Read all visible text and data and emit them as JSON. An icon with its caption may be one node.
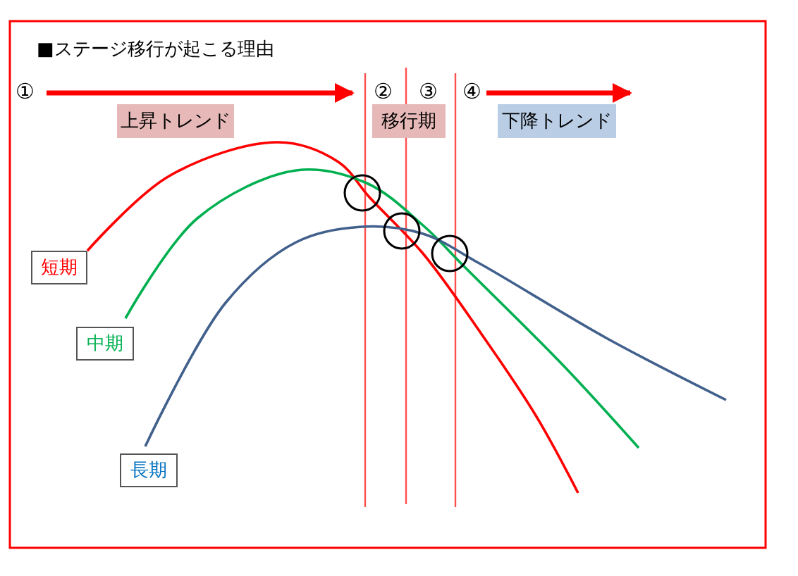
{
  "diagram": {
    "title": "■ステージ移行が起こる理由",
    "nodes": [
      {
        "text": [
          "上昇トレンド"
        ]
      },
      {
        "text": [
          "移行期"
        ]
      },
      {
        "text": [
          "下降トレンド"
        ]
      },
      {
        "text": [
          "短期"
        ]
      },
      {
        "text": [
          "中期"
        ]
      },
      {
        "text": [
          "長期"
        ]
      }
    ],
    "labels": [
      "①",
      "②",
      "③",
      "④"
    ]
  }
}
